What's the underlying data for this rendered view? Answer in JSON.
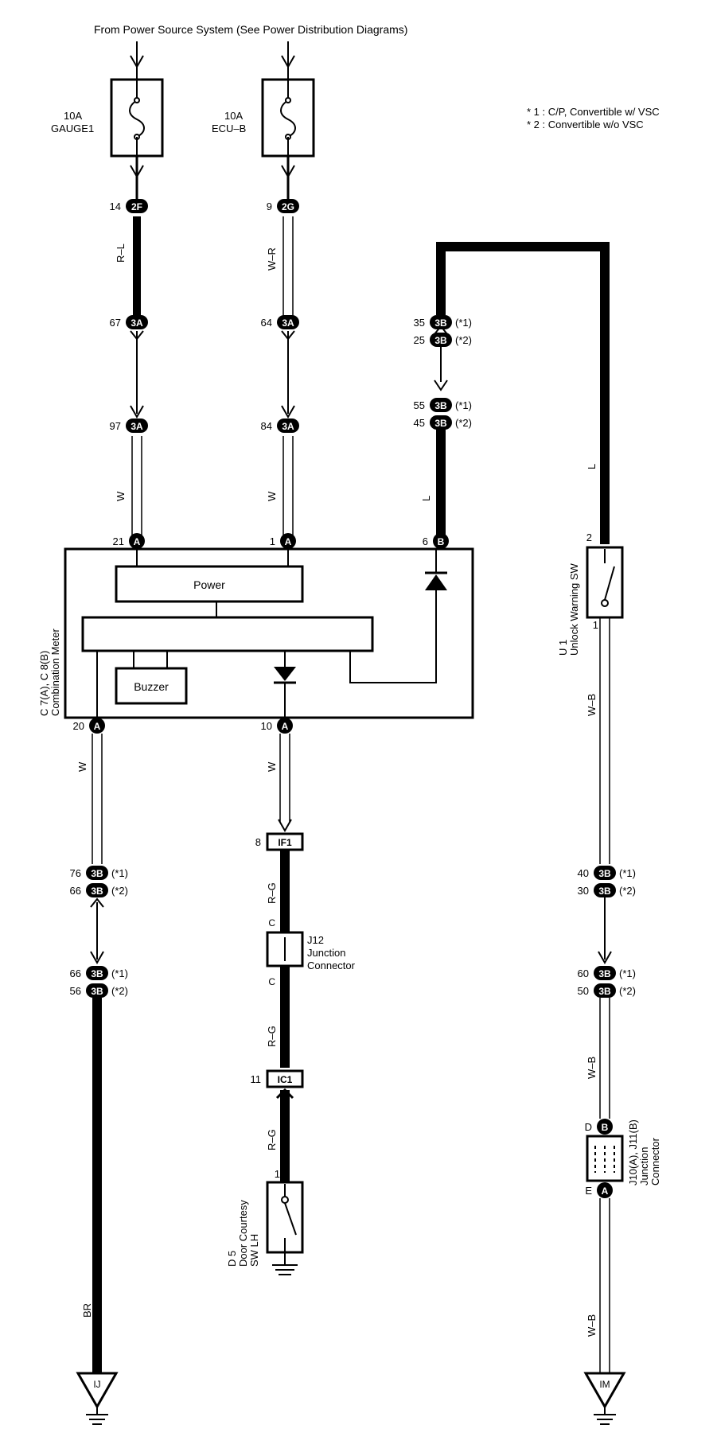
{
  "header": {
    "source_text": "From Power Source System (See Power Distribution Diagrams)"
  },
  "notes": {
    "note1": "* 1 : C/P,  Convertible w/ VSC",
    "note2": "* 2 : Convertible w/o VSC"
  },
  "fuses": {
    "gauge1": {
      "rating": "10A",
      "name": "GAUGE1"
    },
    "ecu_b": {
      "rating": "10A",
      "name": "ECU–B"
    }
  },
  "wires": {
    "r_l": "R–L",
    "w_r": "W–R",
    "w": "W",
    "l": "L",
    "w_b": "W–B",
    "r_g": "R–G",
    "br": "BR"
  },
  "connectors": {
    "c2f": {
      "pin": "14",
      "code": "2F"
    },
    "c2g": {
      "pin": "9",
      "code": "2G"
    },
    "c3a_67": {
      "pin": "67",
      "code": "3A"
    },
    "c3a_64": {
      "pin": "64",
      "code": "3A"
    },
    "c3a_97": {
      "pin": "97",
      "code": "3A"
    },
    "c3a_84": {
      "pin": "84",
      "code": "3A"
    },
    "c3b_35": {
      "pin": "35",
      "code": "3B",
      "note": "(*1)"
    },
    "c3b_25": {
      "pin": "25",
      "code": "3B",
      "note": "(*2)"
    },
    "c3b_55": {
      "pin": "55",
      "code": "3B",
      "note": "(*1)"
    },
    "c3b_45": {
      "pin": "45",
      "code": "3B",
      "note": "(*2)"
    },
    "c3b_76": {
      "pin": "76",
      "code": "3B",
      "note": "(*1)"
    },
    "c3b_66a": {
      "pin": "66",
      "code": "3B",
      "note": "(*2)"
    },
    "c3b_66b": {
      "pin": "66",
      "code": "3B",
      "note": "(*1)"
    },
    "c3b_56": {
      "pin": "56",
      "code": "3B",
      "note": "(*2)"
    },
    "c3b_40": {
      "pin": "40",
      "code": "3B",
      "note": "(*1)"
    },
    "c3b_30": {
      "pin": "30",
      "code": "3B",
      "note": "(*2)"
    },
    "c3b_60": {
      "pin": "60",
      "code": "3B",
      "note": "(*1)"
    },
    "c3b_50": {
      "pin": "50",
      "code": "3B",
      "note": "(*2)"
    },
    "if1": {
      "pin": "8",
      "code": "IF1"
    },
    "ic1": {
      "pin": "11",
      "code": "IC1"
    }
  },
  "meter": {
    "label1": "C 7(A), C 8(B)",
    "label2": "Combination Meter",
    "power": "Power",
    "buzzer": "Buzzer",
    "pin21": "21",
    "pin1": "1",
    "pin6": "6",
    "pin20": "20",
    "pin10": "10",
    "pinA": "A",
    "pinB": "B"
  },
  "unlock_sw": {
    "label1": "U 1",
    "label2": "Unlock Warning SW",
    "pin_top": "2",
    "pin_bottom": "1"
  },
  "j12": {
    "label1": "J12",
    "label2": "Junction",
    "label3": "Connector",
    "c_top": "C",
    "c_bottom": "C"
  },
  "j10": {
    "label1": "J10(A), J11(B)",
    "label2": "Junction",
    "label3": "Connector",
    "pin_d": "D",
    "pin_e": "E",
    "pin_b": "B",
    "pin_a": "A"
  },
  "door_sw": {
    "label1": "D 5",
    "label2": "Door Courtesy",
    "label3": "SW LH",
    "pin": "1"
  },
  "grounds": {
    "ij": "IJ",
    "im": "IM"
  }
}
